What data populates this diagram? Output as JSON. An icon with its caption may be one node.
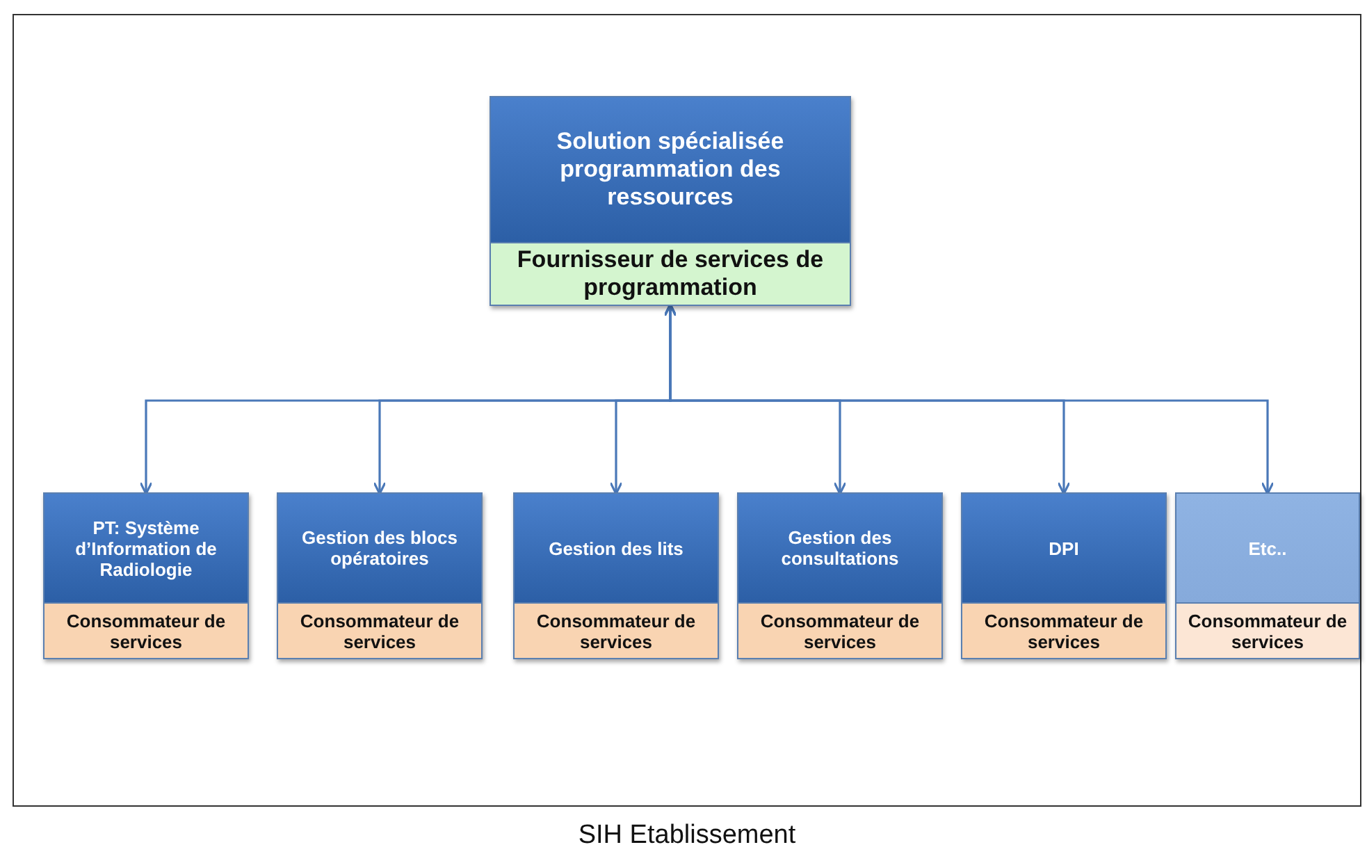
{
  "diagram": {
    "nodes": [
      {
        "text": [
          "SIH Etablissement"
        ]
      },
      {
        "text": [
          "Solution spécialisée programmation des ressources",
          "Fournisseur de services de programmation"
        ],
        "in": 0
      },
      {
        "text": [
          "PT: Système d’Information de Radiologie",
          "Consommateur de services"
        ],
        "in": 0
      },
      {
        "text": [
          "Gestion des blocs opératoires",
          "Consommateur de services"
        ],
        "in": 0
      },
      {
        "text": [
          "Gestion des lits",
          "Consommateur de services"
        ],
        "in": 0
      },
      {
        "text": [
          "Gestion des consultations",
          "Consommateur de services"
        ],
        "in": 0
      },
      {
        "text": [
          "DPI",
          "Consommateur de services"
        ],
        "in": 0
      },
      {
        "text": [
          "Etc..",
          "Consommateur de services"
        ],
        "in": 0
      }
    ],
    "edges": [
      {
        "from": 1,
        "to": 2,
        "arrow": "both"
      },
      {
        "from": 1,
        "to": 3,
        "arrow": "both"
      },
      {
        "from": 1,
        "to": 4,
        "arrow": "both"
      },
      {
        "from": 1,
        "to": 5,
        "arrow": "both"
      },
      {
        "from": 1,
        "to": 6,
        "arrow": "both"
      },
      {
        "from": 1,
        "to": 7,
        "arrow": "both"
      }
    ]
  }
}
